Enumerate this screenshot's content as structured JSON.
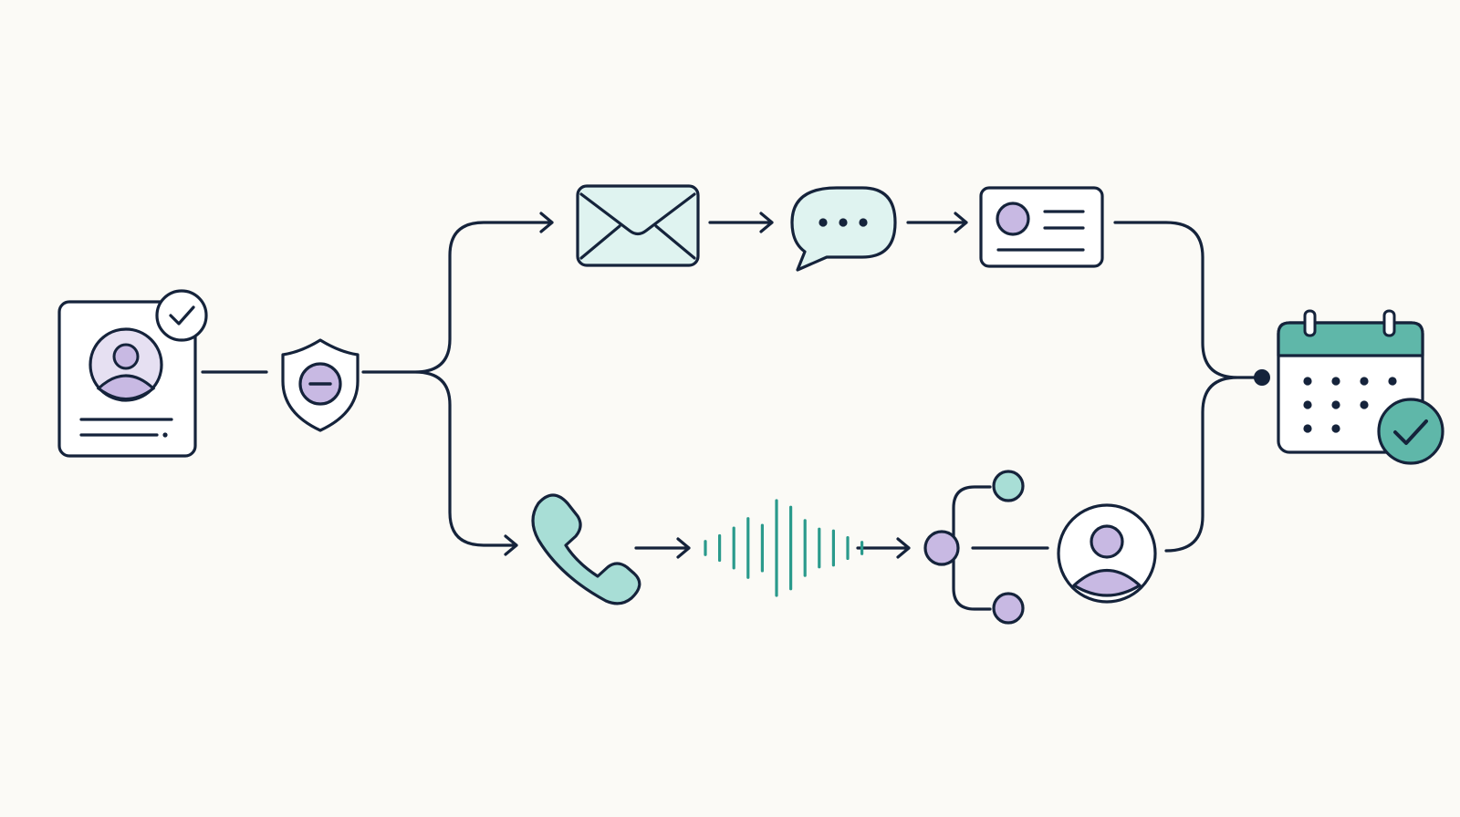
{
  "colors": {
    "background": "#fbfaf6",
    "ink": "#15233b",
    "teal": "#2a9a8c",
    "teal_light": "#a8ded6",
    "teal_pale": "#dff3f0",
    "lavender": "#c8b9e3",
    "lavender_pale": "#e6e0f2",
    "white": "#ffffff"
  },
  "nodes": [
    {
      "id": "profile",
      "icon": "profile-card-icon",
      "badge": "check-badge-icon"
    },
    {
      "id": "privacy",
      "icon": "shield-minus-icon"
    },
    {
      "id": "email",
      "icon": "envelope-icon"
    },
    {
      "id": "chat",
      "icon": "chat-bubble-icon"
    },
    {
      "id": "contact-card",
      "icon": "id-card-icon"
    },
    {
      "id": "phone",
      "icon": "phone-icon"
    },
    {
      "id": "audio",
      "icon": "sound-wave-icon"
    },
    {
      "id": "routing",
      "icon": "branch-nodes-icon"
    },
    {
      "id": "agent",
      "icon": "user-avatar-icon"
    },
    {
      "id": "calendar",
      "icon": "calendar-icon",
      "badge": "check-badge-icon"
    }
  ],
  "branches": [
    "email-path",
    "phone-path"
  ],
  "waveform_heights": [
    0.14,
    0.26,
    0.42,
    0.62,
    0.48,
    1.0,
    0.86,
    0.58,
    0.4,
    0.36,
    0.22,
    0.12
  ]
}
